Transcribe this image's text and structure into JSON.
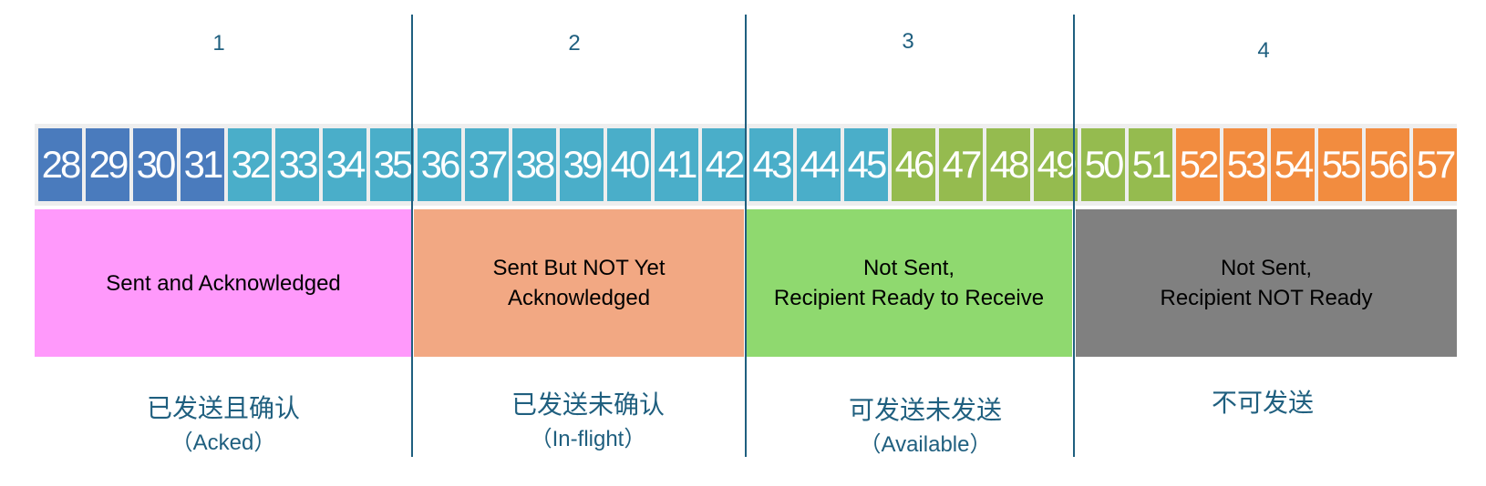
{
  "regions": [
    {
      "number": "1",
      "state_lines": [
        "Sent and Acknowledged"
      ],
      "state_color": "#ff99fb",
      "caption_cn": "已发送且确认",
      "caption_en": "（Acked）"
    },
    {
      "number": "2",
      "state_lines": [
        "Sent But NOT Yet",
        "Acknowledged"
      ],
      "state_color": "#f2a883",
      "caption_cn": "已发送未确认",
      "caption_en": "（In-flight）"
    },
    {
      "number": "3",
      "state_lines": [
        "Not Sent,",
        "Recipient Ready to Receive"
      ],
      "state_color": "#8fd96f",
      "caption_cn": "可发送未发送",
      "caption_en": "（Available）"
    },
    {
      "number": "4",
      "state_lines": [
        "Not Sent,",
        "Recipient NOT Ready"
      ],
      "state_color": "#808080",
      "caption_cn": "不可发送",
      "caption_en": ""
    }
  ],
  "sequence_colors": {
    "acked": "#4a7bbd",
    "in_flight": "#4aaec9",
    "available": "#95bb4f",
    "not_ready": "#f28c3f"
  },
  "sequence": [
    {
      "n": "28",
      "kind": "acked"
    },
    {
      "n": "29",
      "kind": "acked"
    },
    {
      "n": "30",
      "kind": "acked"
    },
    {
      "n": "31",
      "kind": "acked"
    },
    {
      "n": "32",
      "kind": "in_flight"
    },
    {
      "n": "33",
      "kind": "in_flight"
    },
    {
      "n": "34",
      "kind": "in_flight"
    },
    {
      "n": "35",
      "kind": "in_flight"
    },
    {
      "n": "36",
      "kind": "in_flight"
    },
    {
      "n": "37",
      "kind": "in_flight"
    },
    {
      "n": "38",
      "kind": "in_flight"
    },
    {
      "n": "39",
      "kind": "in_flight"
    },
    {
      "n": "40",
      "kind": "in_flight"
    },
    {
      "n": "41",
      "kind": "in_flight"
    },
    {
      "n": "42",
      "kind": "in_flight"
    },
    {
      "n": "43",
      "kind": "in_flight"
    },
    {
      "n": "44",
      "kind": "in_flight"
    },
    {
      "n": "45",
      "kind": "in_flight"
    },
    {
      "n": "46",
      "kind": "available"
    },
    {
      "n": "47",
      "kind": "available"
    },
    {
      "n": "48",
      "kind": "available"
    },
    {
      "n": "49",
      "kind": "available"
    },
    {
      "n": "50",
      "kind": "available"
    },
    {
      "n": "51",
      "kind": "available"
    },
    {
      "n": "52",
      "kind": "not_ready"
    },
    {
      "n": "53",
      "kind": "not_ready"
    },
    {
      "n": "54",
      "kind": "not_ready"
    },
    {
      "n": "55",
      "kind": "not_ready"
    },
    {
      "n": "56",
      "kind": "not_ready"
    },
    {
      "n": "57",
      "kind": "not_ready"
    }
  ]
}
